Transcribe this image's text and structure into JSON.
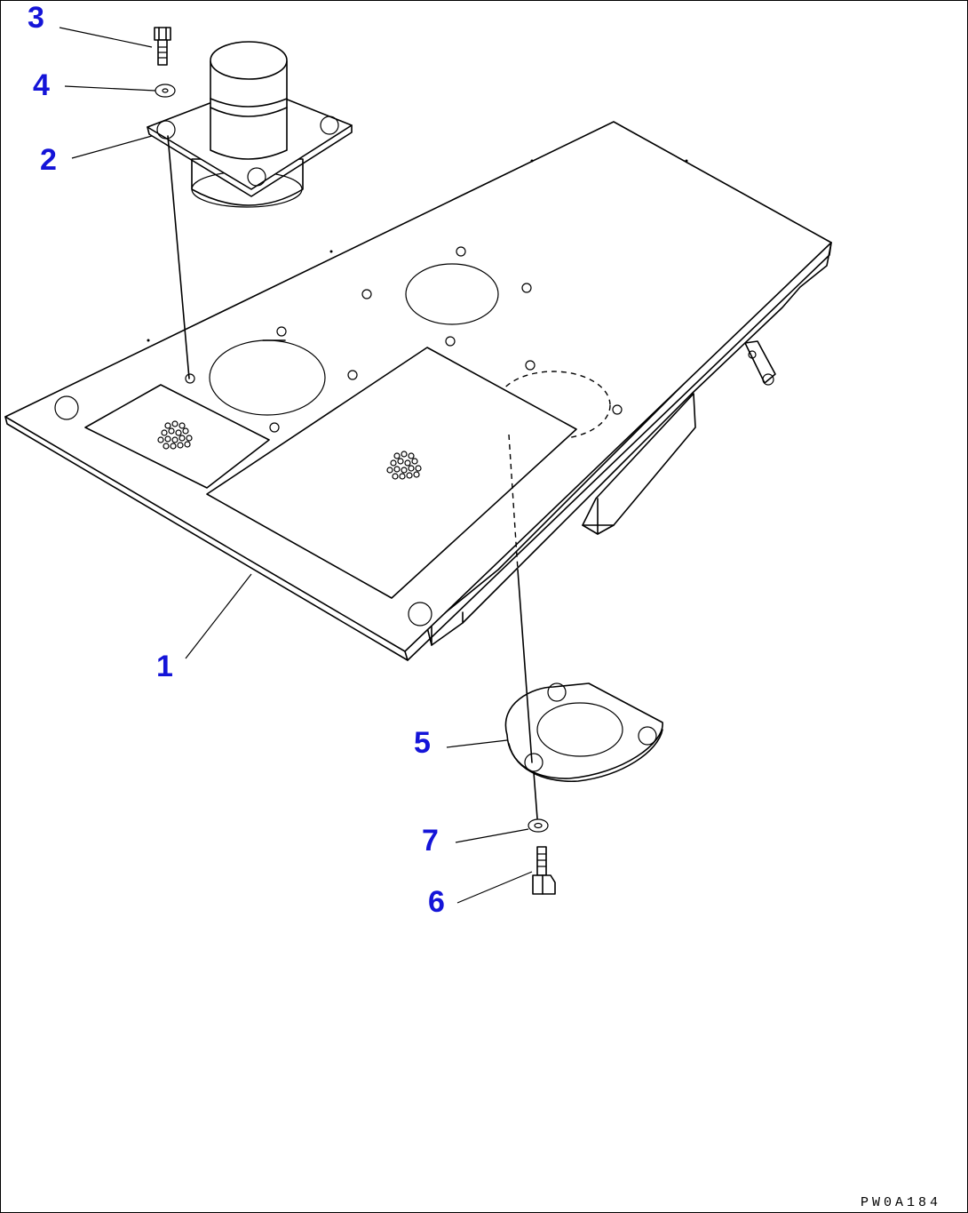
{
  "callouts": [
    {
      "id": "1",
      "label": "1"
    },
    {
      "id": "2",
      "label": "2"
    },
    {
      "id": "3",
      "label": "3"
    },
    {
      "id": "4",
      "label": "4"
    },
    {
      "id": "5",
      "label": "5"
    },
    {
      "id": "6",
      "label": "6"
    },
    {
      "id": "7",
      "label": "7"
    }
  ],
  "drawing_code": "PW0A184",
  "colors": {
    "callout": "#1414d8",
    "line": "#000000"
  }
}
